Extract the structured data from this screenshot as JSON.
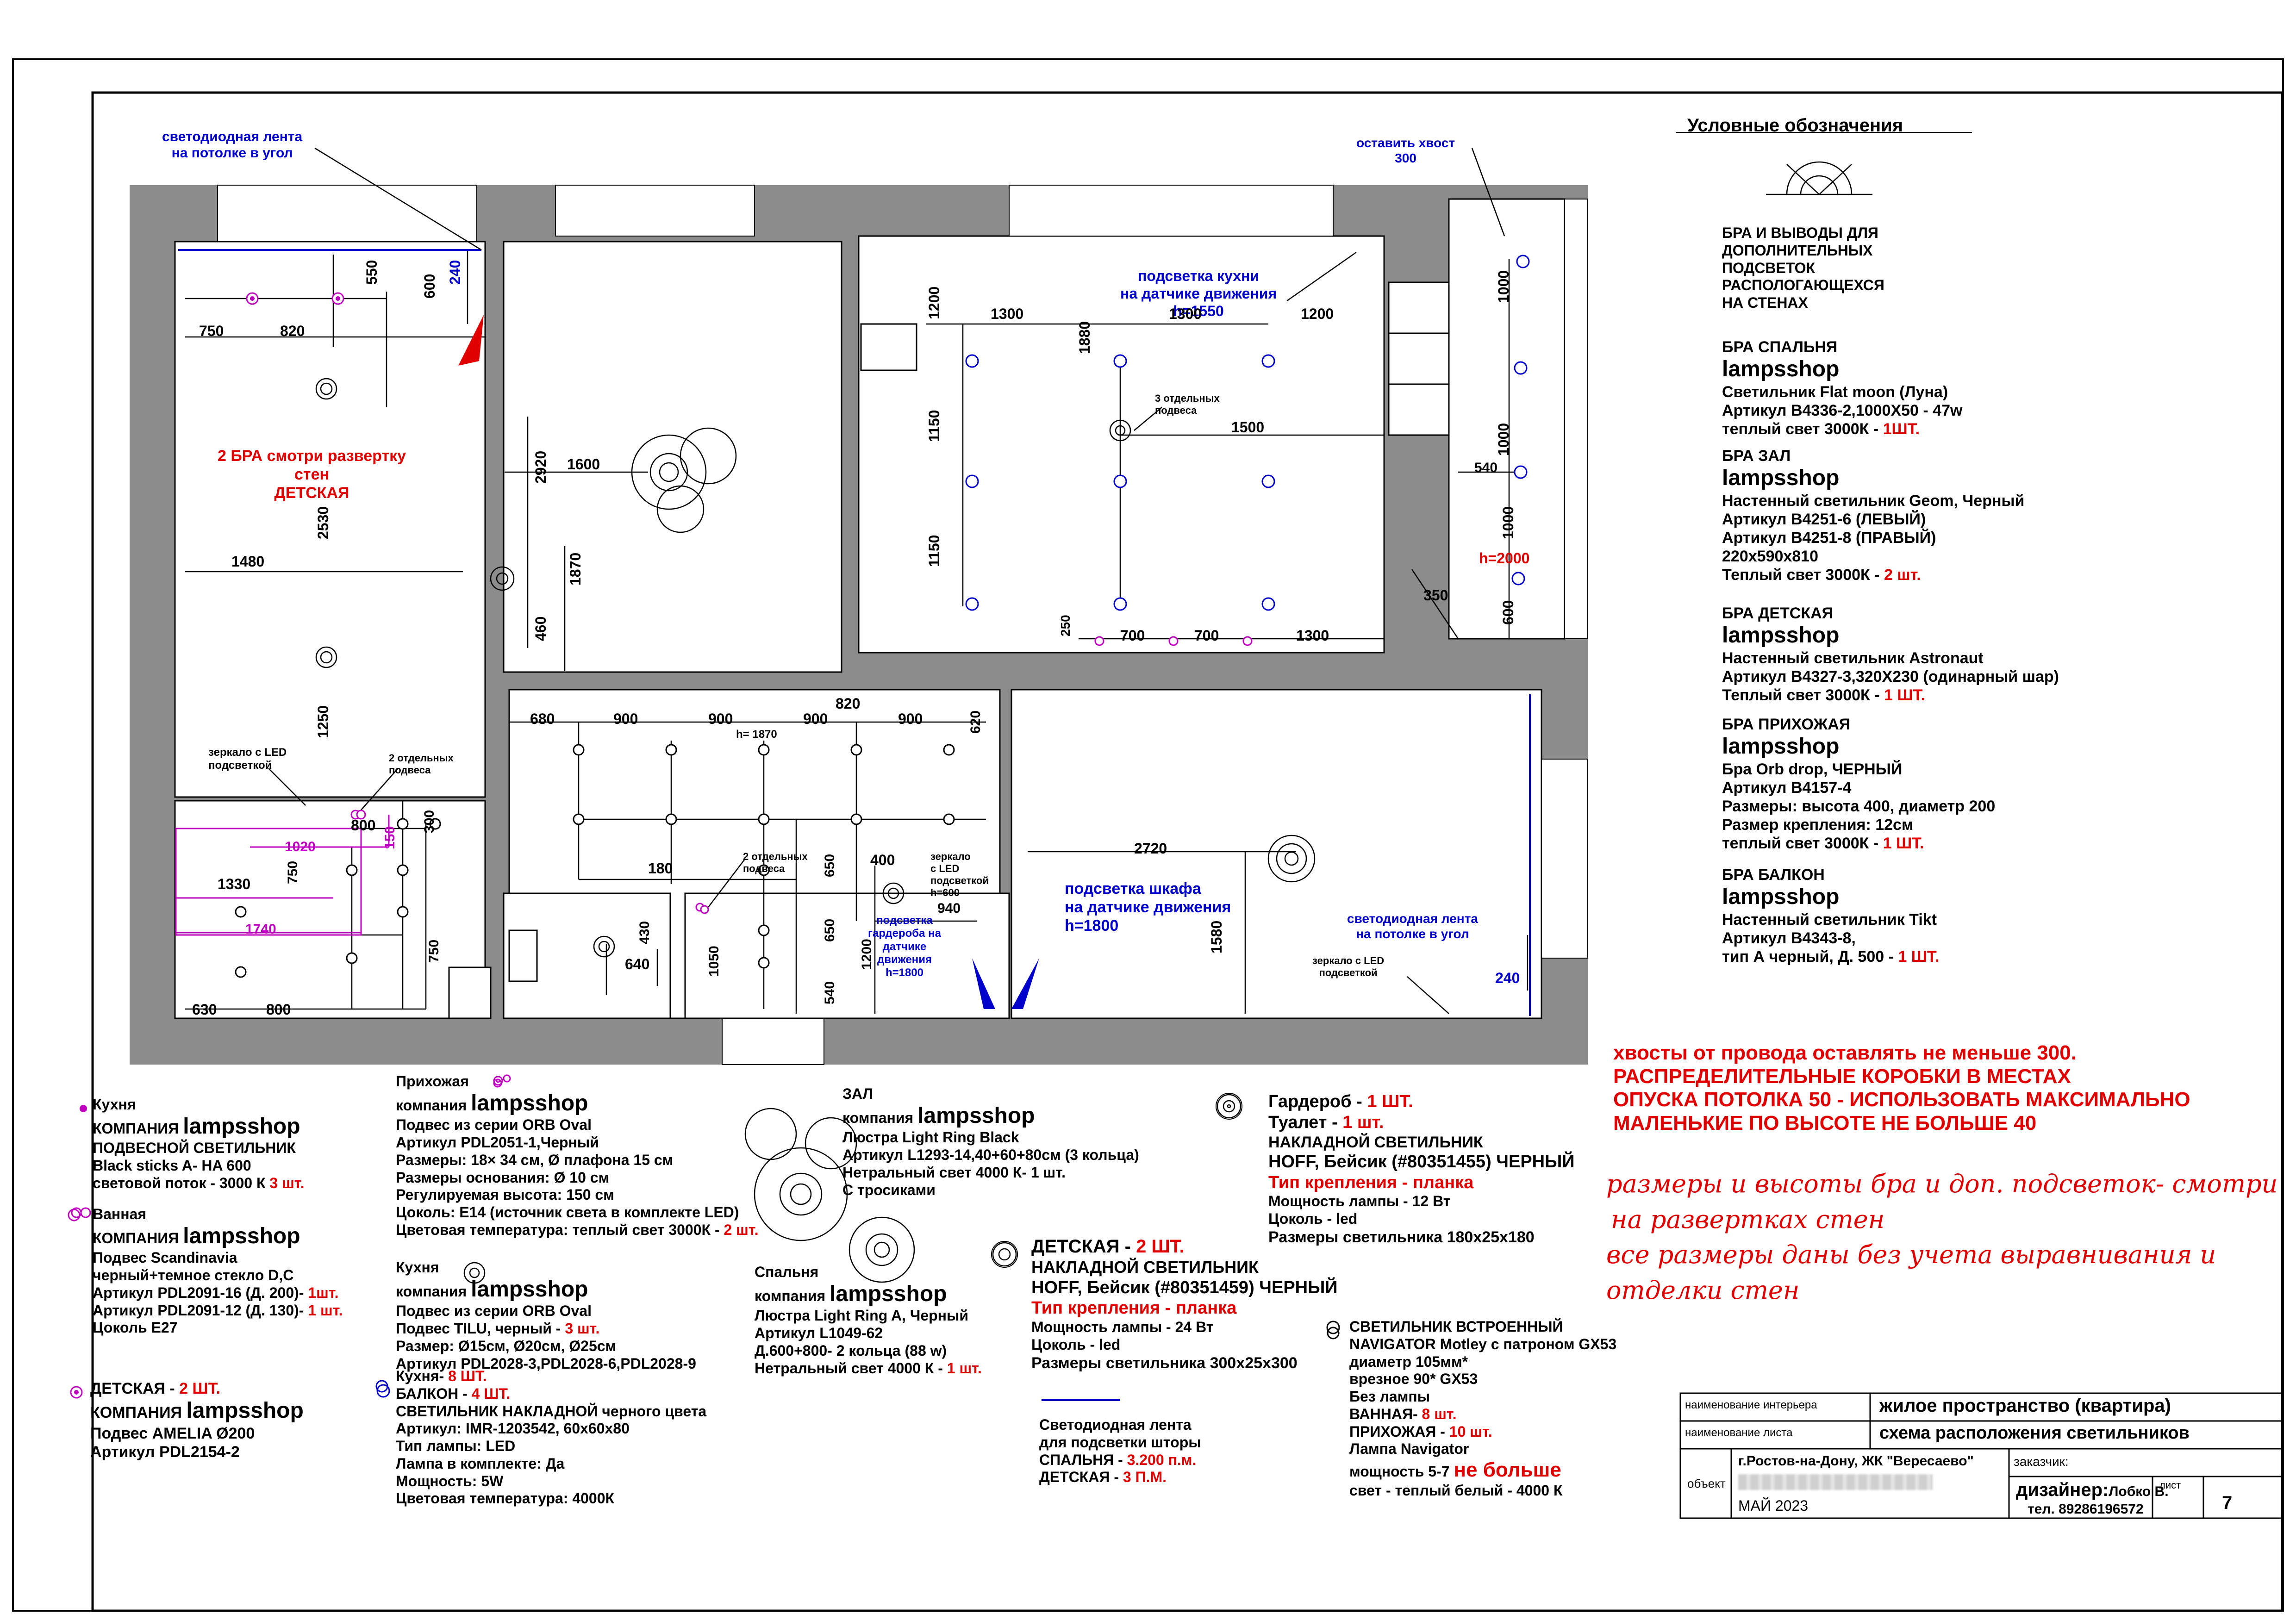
{
  "legend": {
    "title": "Условные обозначения",
    "sconce_label": [
      "БРА И ВЫВОДЫ ДЛЯ",
      "ДОПОЛНИТЕЛЬНЫХ",
      "ПОДСВЕТОК",
      "РАСПОЛОГАЮЩЕХСЯ",
      "НА СТЕНАХ"
    ],
    "sections": [
      {
        "heading": "БРА СПАЛЬНЯ",
        "brand": "lampsshop",
        "lines": [
          "Светильник Flat moon (Луна)",
          "Артикул B4336-2,1000X50 - 47w",
          "теплый свет 3000К - "
        ],
        "qty": "1ШТ."
      },
      {
        "heading": "БРА ЗАЛ",
        "brand": "lampsshop",
        "lines": [
          "Настенный светильник Geom, Черный",
          "Артикул B4251-6 (ЛЕВЫЙ)",
          "Артикул B4251-8 (ПРАВЫЙ)",
          "220х590х810",
          "Теплый свет 3000К - "
        ],
        "qty": "2 шт."
      },
      {
        "heading": "БРА ДЕТСКАЯ",
        "brand": "lampsshop",
        "lines": [
          "Настенный светильник Astronaut",
          "Артикул B4327-3,320X230 (одинарный шар)",
          "Теплый свет 3000К - "
        ],
        "qty": "1 ШТ."
      },
      {
        "heading": "БРА ПРИХОЖАЯ",
        "brand": "lampsshop",
        "lines": [
          "Бра Orb drop, ЧЕРНЫЙ",
          "Артикул B4157-4",
          "Размеры: высота 400, диаметр 200",
          "Размер крепления: 12см",
          "теплый свет 3000К - "
        ],
        "qty": "1 ШТ."
      },
      {
        "heading": "БРА БАЛКОН",
        "brand": "lampsshop",
        "lines": [
          "Настенный светильник Tikt",
          "Артикул B4343-8,",
          "тип А черный, Д. 500 - "
        ],
        "qty": "1 ШТ."
      }
    ]
  },
  "notes": {
    "red_bold": [
      "хвосты от провода оставлять не меньше 300.",
      "РАСПРЕДЕЛИТЕЛЬНЫЕ КОРОБКИ В МЕСТАХ",
      "ОПУСКА ПОТОЛКА 50 - ИСПОЛЬЗОВАТЬ МАКСИМАЛЬНО",
      "МАЛЕНЬКИЕ ПО ВЫСОТЕ НЕ БОЛЬШЕ 40"
    ],
    "hand": [
      "размеры и высоты бра и доп. подсветок- смотри",
      "на развертках стен",
      "все размеры даны без учета  выравнивания и",
      "отделки стен"
    ]
  },
  "plan_labels": {
    "led_ceiling_corner": [
      "светодиодная лента",
      "на потолке в угол"
    ],
    "leave_tail": [
      "оставить хвост",
      "300"
    ],
    "kitchen_light": [
      "подсветка кухни",
      "на датчике движения",
      "h=1550"
    ],
    "two_sconces": [
      "2 БРА смотри развертку",
      "стен",
      "ДЕТСКАЯ"
    ],
    "three_pendants": [
      "3 отдельных",
      "подвеса"
    ],
    "h2000": "h=2000",
    "mirror_led": [
      "зеркало с LED",
      "подсветкой"
    ],
    "two_pendants": [
      "2 отдельных",
      "подвеса"
    ],
    "h1870": "h= 1870",
    "two_pendants_b": [
      "2 отдельных",
      "подвеса"
    ],
    "mirror_led_h600": [
      "зеркало",
      "с LED",
      "подсветкой",
      "h=600"
    ],
    "wardrobe_light": [
      "подсветка",
      "гардероба на",
      "датчике",
      "движения",
      "h=1800"
    ],
    "closet_light": [
      "подсветка шкафа",
      "на датчике движения",
      "h=1800"
    ],
    "led_ceiling_corner_b": [
      "светодиодная лента",
      "на потолке в угол"
    ],
    "mirror_led_b": [
      "зеркало с LED",
      "подсветкой"
    ]
  },
  "dims": {
    "d550": "550",
    "d600": "600",
    "d240": "240",
    "d750": "750",
    "d820": "820",
    "d2530": "2530",
    "d1480": "1480",
    "d1250": "1250",
    "d2920": "2920",
    "d1600": "1600",
    "d1870": "1870",
    "d460": "460",
    "d1200": "1200",
    "d1300a": "1300",
    "d1300b": "1300",
    "d1200b": "1200",
    "d1880": "1880",
    "d1150a": "1150",
    "d1500": "1500",
    "d1150b": "1150",
    "d250": "250",
    "d700a": "700",
    "d700b": "700",
    "d1300c": "1300",
    "d1000a": "1000",
    "d1000b": "1000",
    "d540": "540",
    "d1000c": "1000",
    "d350": "350",
    "d600b": "600",
    "d680": "680",
    "d900a": "900",
    "d900b": "900",
    "d900c": "900",
    "d820b": "820",
    "d900d": "900",
    "d620": "620",
    "d800": "800",
    "d150": "150",
    "d300": "300",
    "d1020": "1020",
    "d1330": "1330",
    "d750b": "750",
    "d1740": "1740",
    "d750c": "750",
    "d630": "630",
    "d800b": "800",
    "d180": "180",
    "d650a": "650",
    "d650b": "650",
    "d540b": "540",
    "d1050": "1050",
    "d430": "430",
    "d640": "640",
    "d400": "400",
    "d940": "940",
    "d1200c": "1200",
    "d2720": "2720",
    "d1580": "1580",
    "d240b": "240"
  },
  "bottom": {
    "kitchen_a": {
      "room": "Кухня",
      "company": "КОМПАНИЯ",
      "brand": "lampsshop",
      "lines": [
        "ПОДВЕСНОЙ СВЕТИЛЬНИК",
        "Black sticks A- HA 600",
        "световой поток - 3000 К  "
      ],
      "qty": "3 шт."
    },
    "bath": {
      "room": "Ванная",
      "company": "КОМПАНИЯ",
      "brand": "lampsshop",
      "lines": [
        "Подвес Scandinavia",
        "черный+темное стекло D,C",
        "Артикул PDL2091-16 (Д. 200)- ",
        "Артикул PDL2091-12 (Д. 130)- ",
        "Цоколь E27"
      ],
      "qty_a": "1шт.",
      "qty_b": "1 шт."
    },
    "kids": {
      "room": "ДЕТСКАЯ - ",
      "qty": "2 ШТ.",
      "company": "КОМПАНИЯ",
      "brand": "lampsshop",
      "lines": [
        "Подвес AMELIA Ø200",
        "Артикул PDL2154-2"
      ]
    },
    "hall": {
      "room": "Прихожая",
      "company": "компания",
      "brand": "lampsshop",
      "lines": [
        "Подвес из серии ORB Oval",
        "Артикул PDL2051-1,Черный",
        "Размеры: 18× 34 см, Ø плафона 15 см",
        "Размеры основания: Ø 10 см",
        "Регулируемая высота: 150 см",
        "Цоколь: E14 (источник света в комплекте LED)",
        "Цветовая температура: теплый свет 3000К - "
      ],
      "qty": "2 шт."
    },
    "kitchen_b": {
      "room": "Кухня",
      "company": "компания",
      "brand": "lampsshop",
      "lines": [
        "Подвес из серии ORB Oval",
        "Подвес TILU, черный - "
      ],
      "qty": "3 шт.",
      "lines2": [
        "Размер: Ø15см, Ø20см, Ø25см",
        "Артикул PDL2028-3,PDL2028-6,PDL2028-9"
      ]
    },
    "surface": {
      "k": "Кухня- ",
      "kq": "8 ШТ.",
      "b": "БАЛКОН - ",
      "bq": "4 ШТ.",
      "lines": [
        "СВЕТИЛЬНИК НАКЛАДНОЙ черного цвета",
        "Артикул: IMR-1203542, 60х60х80",
        "Тип лампы: LED",
        "Лампа в комплекте: Да",
        "Мощность: 5W",
        "Цветовая температура: 4000К"
      ]
    },
    "zal": {
      "room": "ЗАЛ",
      "company": "компания",
      "brand": "lampsshop",
      "lines": [
        "Люстра Light Ring Black",
        "Артикул L1293-14,40+60+80см (3 кольца)",
        "Нетральный свет 4000 К- 1 шт.",
        "С тросиками"
      ]
    },
    "bedroom": {
      "room": "Спальня",
      "company": "компания",
      "brand": "lampsshop",
      "lines": [
        "Люстра Light Ring A, Черный",
        "Артикул L1049-62",
        "Д.600+800- 2 кольца (88 w)",
        "Нетральный свет 4000 К - "
      ],
      "qty": "1 шт."
    },
    "kids2": {
      "room": "ДЕТСКАЯ - ",
      "qty": "2 ШТ.",
      "lines": [
        "НАКЛАДНОЙ СВЕТИЛЬНИК",
        "HOFF, Бейсик (#80351459) ЧЕРНЫЙ"
      ],
      "mount": "Тип крепления - планка",
      "lines2": [
        "Мощность лампы - 24 Вт",
        "Цоколь - led",
        "Размеры светильника 300х25х300"
      ]
    },
    "strip": {
      "lines": [
        "Светодиодная лента",
        "для подсветки шторы"
      ],
      "a": "СПАЛЬНЯ - ",
      "aq": "3.200 п.м.",
      "b": "ДЕТСКАЯ - ",
      "bq": "3 П.М."
    },
    "wardrobe": {
      "a": "Гардероб - ",
      "aq": "1 ШТ.",
      "b": "Туалет - ",
      "bq": "1 шт.",
      "lines": [
        "НАКЛАДНОЙ СВЕТИЛЬНИК",
        "HOFF, Бейсик (#80351455) ЧЕРНЫЙ"
      ],
      "mount": "Тип крепления - планка",
      "lines2": [
        "Мощность лампы - 12 Вт",
        "Цоколь - led",
        "Размеры светильника 180х25х180"
      ]
    },
    "builtin": {
      "lines": [
        "СВЕТИЛЬНИК ВСТРОЕННЫЙ",
        "NAVIGATOR Motley с патроном GX53",
        "диаметр 105мм*",
        "врезное 90* GX53",
        "Без лампы"
      ],
      "a": "ВАННАЯ- ",
      "aq": "8 шт.",
      "b": "ПРИХОЖАЯ - ",
      "bq": "10 шт.",
      "c": "Лампа Navigator",
      "d": "мощность 5-7 ",
      "dq": "не больше",
      "e": "свет - теплый белый - 4000 К"
    }
  },
  "stamp": {
    "r1_label": "наименование интерьера",
    "r1_value": "жилое пространство (квартира)",
    "r2_label": "наименование листа",
    "r2_value": "схема расположения светильников",
    "object_label": "объект",
    "address": "г.Ростов-на-Дону, ЖК \"Вересаево\"",
    "customer_label": "заказчик:",
    "designer_label": "дизайнер:",
    "designer": "Лобко В.",
    "sheet_label": "лист",
    "phone": "тел. 89286196572",
    "date": "МАЙ 2023",
    "sheet": "7"
  },
  "colors": {
    "wall": "#8c8c8c",
    "accent_red": "#e00000",
    "accent_blue": "#0000cc",
    "accent_mag": "#c000c0"
  }
}
